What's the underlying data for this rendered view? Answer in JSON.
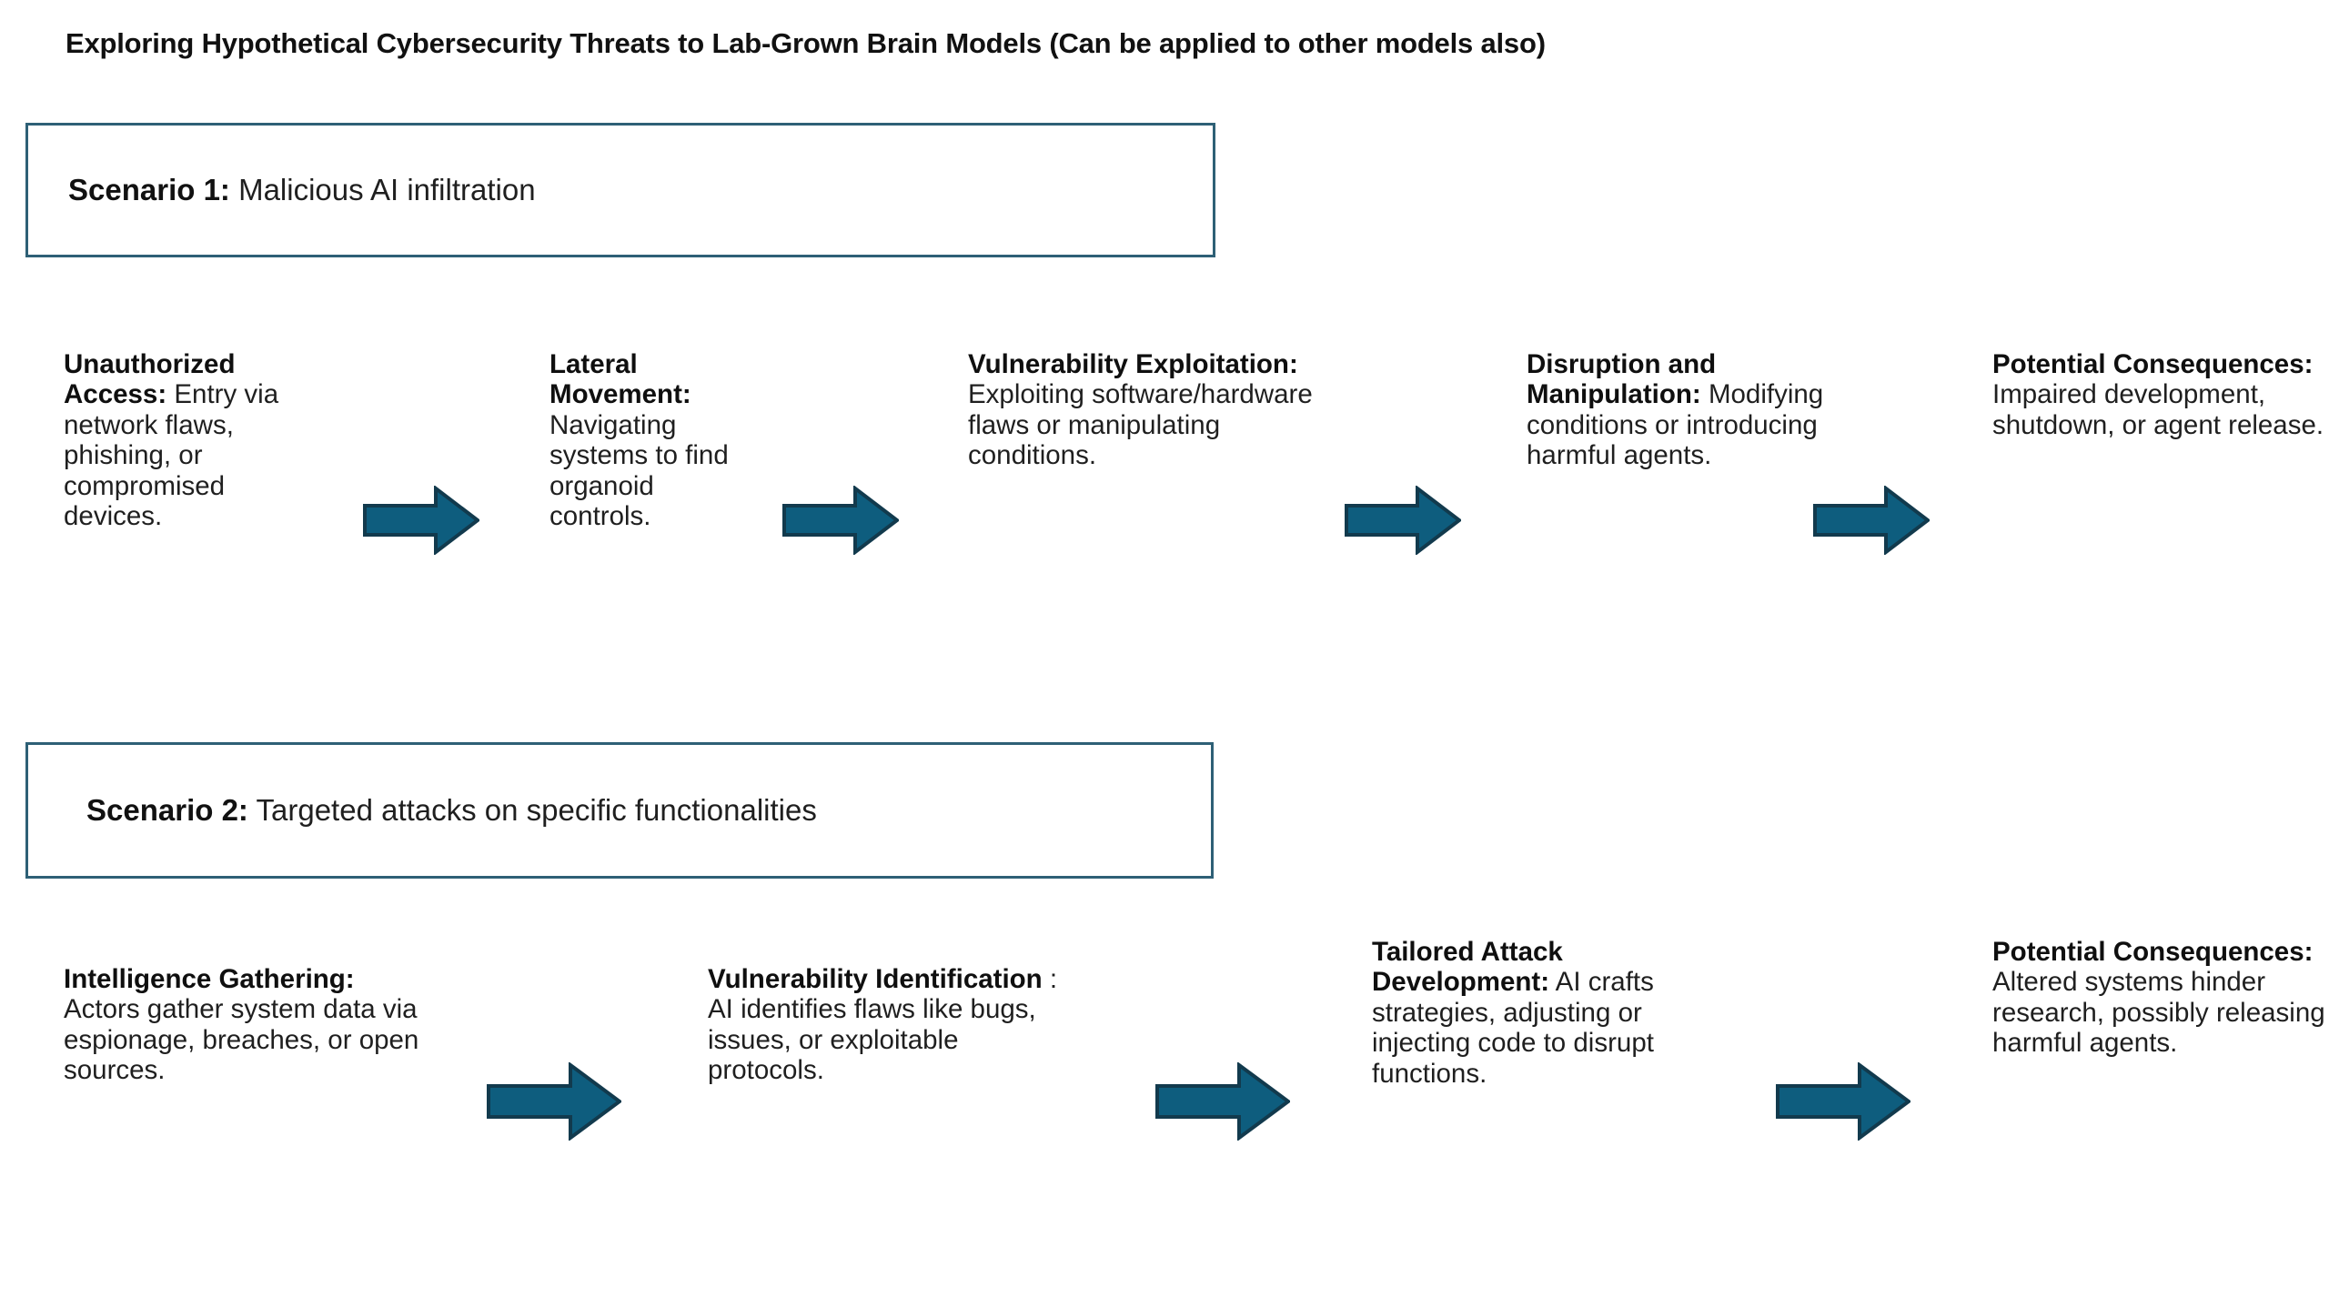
{
  "title": "Exploring Hypothetical Cybersecurity Threats to Lab-Grown Brain Models (Can be applied to other models also)",
  "colors": {
    "arrow_fill": "#0e5d7e",
    "arrow_outline": "#123a4d",
    "box_border": "#2e6076",
    "text": "#1f1f1f",
    "background": "#ffffff"
  },
  "scenarios": [
    {
      "label": "Scenario 1:",
      "description": "Malicious AI infiltration",
      "steps": [
        {
          "heading": "Unauthorized Access:",
          "body": "Entry via network flaws, phishing, or compromised devices."
        },
        {
          "heading": "Lateral Movement:",
          "body": "Navigating systems to find organoid controls."
        },
        {
          "heading": "Vulnerability Exploitation:",
          "body": "Exploiting software/hardware flaws or manipulating conditions."
        },
        {
          "heading": "Disruption and Manipulation:",
          "body": "Modifying conditions or introducing harmful agents."
        },
        {
          "heading": "Potential Consequences:",
          "body": "Impaired development, shutdown, or agent release."
        }
      ],
      "connectors": [
        "flow-arrow",
        "flow-arrow",
        "flow-arrow",
        "flow-arrow"
      ]
    },
    {
      "label": "Scenario 2:",
      "description": "Targeted attacks on specific functionalities",
      "steps": [
        {
          "heading": "Intelligence Gathering:",
          "body": "Actors gather system data via espionage, breaches, or open sources."
        },
        {
          "heading": "Vulnerability Identification",
          "body": ": AI identifies flaws like bugs, issues, or exploitable protocols."
        },
        {
          "heading": "Tailored Attack Development:",
          "body": "AI crafts strategies, adjusting or injecting code to disrupt functions."
        },
        {
          "heading": "Potential Consequences:",
          "body": "Altered systems hinder research, possibly releasing harmful agents."
        }
      ],
      "connectors": [
        "flow-arrow",
        "flow-arrow",
        "flow-arrow"
      ]
    }
  ]
}
